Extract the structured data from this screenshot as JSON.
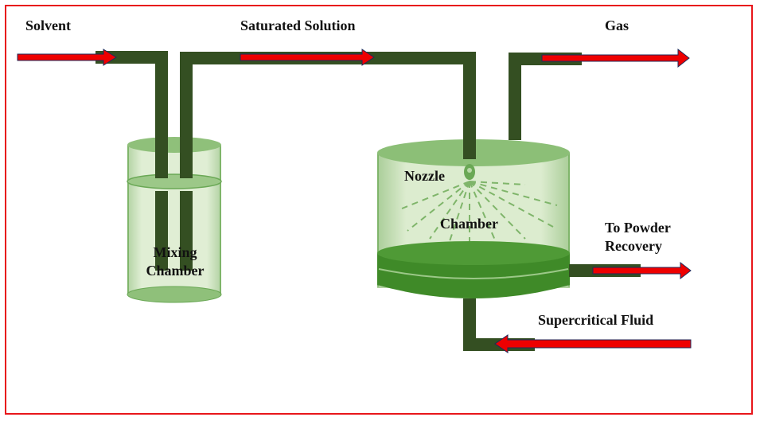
{
  "diagram": {
    "title": "Supercritical antisolvent precipitation process",
    "colors": {
      "frame": "#e8161b",
      "pipe": "#344f22",
      "arrow": "#ee0000",
      "arrow_outline": "#1f2a5a",
      "vessel_light": "#d9e8cf",
      "vessel_mid": "#7fb56a",
      "vessel_dark": "#3f8a28"
    },
    "labels": {
      "solvent": "Solvent",
      "saturated_solution": "Saturated Solution",
      "gas": "Gas",
      "nozzle": "Nozzle",
      "chamber": "Chamber",
      "mixing_chamber_line1": "Mixing",
      "mixing_chamber_line2": "Chamber",
      "powder_recovery_line1": "To Powder",
      "powder_recovery_line2": "Recovery",
      "supercritical_fluid": "Supercritical Fluid"
    },
    "nodes": [
      {
        "id": "mixing-chamber",
        "label": "Mixing Chamber"
      },
      {
        "id": "precipitation-chamber",
        "label": "Chamber"
      },
      {
        "id": "nozzle",
        "label": "Nozzle"
      }
    ],
    "flows": [
      {
        "from": "Solvent",
        "to": "mixing-chamber",
        "direction": "right"
      },
      {
        "from": "mixing-chamber",
        "to": "nozzle",
        "label": "Saturated Solution",
        "direction": "right"
      },
      {
        "from": "precipitation-chamber",
        "to": "Gas",
        "direction": "right"
      },
      {
        "from": "precipitation-chamber",
        "to": "To Powder Recovery",
        "direction": "right"
      },
      {
        "from": "Supercritical Fluid",
        "to": "precipitation-chamber",
        "direction": "left"
      }
    ]
  }
}
